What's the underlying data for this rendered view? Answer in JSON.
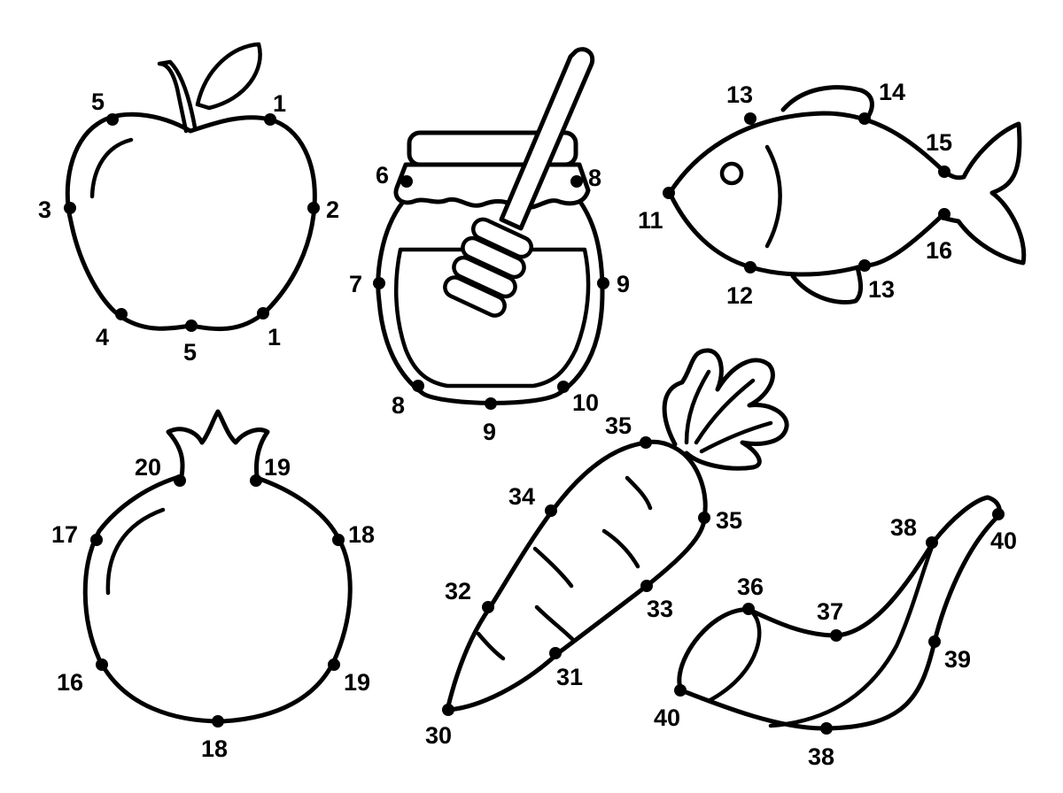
{
  "page": {
    "background": "#ffffff",
    "ink": "#000000"
  },
  "figures": [
    {
      "name": "apple",
      "dots": [
        "1",
        "2",
        "1",
        "5",
        "4",
        "3",
        "5"
      ]
    },
    {
      "name": "honey-jar",
      "dots": [
        "6",
        "8",
        "7",
        "9",
        "8",
        "9",
        "10"
      ]
    },
    {
      "name": "fish",
      "dots": [
        "13",
        "14",
        "15",
        "11",
        "16",
        "12",
        "13"
      ]
    },
    {
      "name": "pomegranate",
      "dots": [
        "20",
        "19",
        "17",
        "18",
        "16",
        "19",
        "18"
      ]
    },
    {
      "name": "carrot",
      "dots": [
        "35",
        "34",
        "35",
        "32",
        "33",
        "31",
        "30"
      ]
    },
    {
      "name": "shofar",
      "dots": [
        "38",
        "40",
        "36",
        "37",
        "39",
        "40",
        "38"
      ]
    }
  ]
}
